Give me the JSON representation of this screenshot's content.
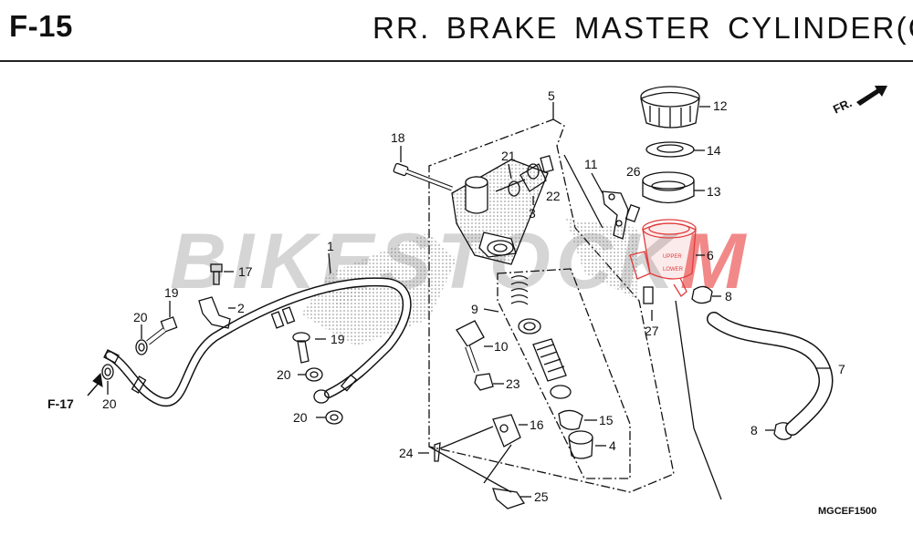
{
  "header": {
    "page_code": "F-15",
    "title": "RR.  BRAKE  MASTER  CYLINDER(CE"
  },
  "direction_label": "FR.",
  "watermark": {
    "main": "BIKESTOCK",
    "accent": "M"
  },
  "cross_reference": "F-17",
  "catalog_code": "MGCEF1500",
  "callouts": {
    "p1": "1",
    "p2": "2",
    "p3": "3",
    "p4": "4",
    "p5": "5",
    "p6": "6",
    "p7": "7",
    "p8a": "8",
    "p8b": "8",
    "p9": "9",
    "p10": "10",
    "p11": "11",
    "p12": "12",
    "p13": "13",
    "p14": "14",
    "p15": "15",
    "p16": "16",
    "p17": "17",
    "p18": "18",
    "p19a": "19",
    "p19b": "19",
    "p20a": "20",
    "p20b": "20",
    "p20c": "20",
    "p20d": "20",
    "p21": "21",
    "p22": "22",
    "p23": "23",
    "p24": "24",
    "p25": "25",
    "p26": "26",
    "p27": "27"
  },
  "colors": {
    "ink": "#111111",
    "reservoir_highlight": "#e23b3b",
    "watermark": "#9a9a9a"
  }
}
